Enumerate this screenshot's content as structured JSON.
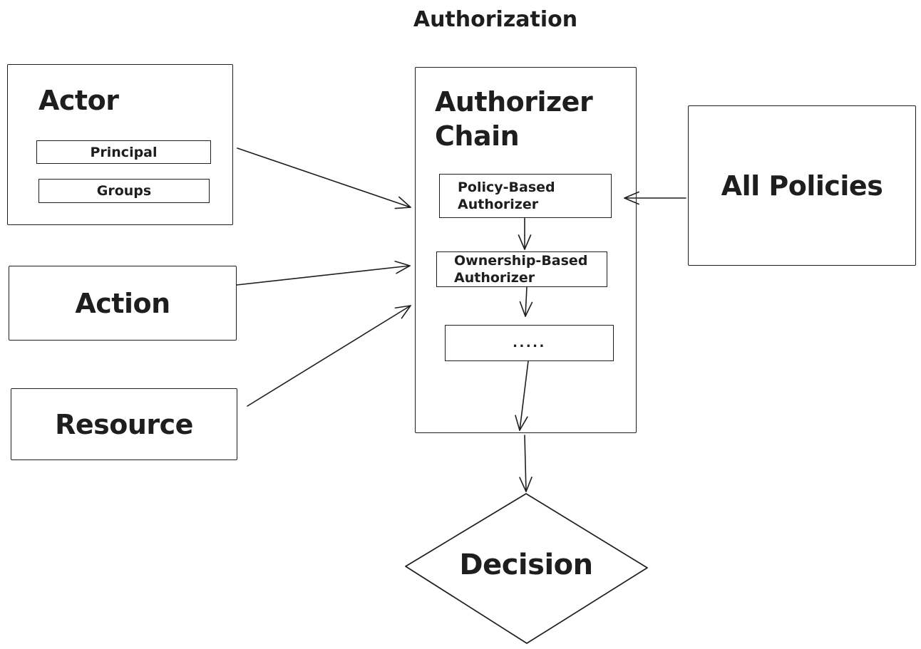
{
  "title": "Authorization",
  "colors": {
    "stroke": "#1e1e1e",
    "background": "#ffffff"
  },
  "nodes": {
    "actor": {
      "label": "Actor",
      "fields": [
        {
          "label": "Principal"
        },
        {
          "label": "Groups"
        }
      ]
    },
    "action": {
      "label": "Action"
    },
    "resource": {
      "label": "Resource"
    },
    "authorizer_chain": {
      "label": "Authorizer Chain",
      "steps": [
        {
          "label": "Policy-Based Authorizer"
        },
        {
          "label": "Ownership-Based Authorizer"
        },
        {
          "label": "....."
        }
      ]
    },
    "all_policies": {
      "label": "All Policies"
    },
    "decision": {
      "label": "Decision"
    }
  },
  "edges": [
    {
      "from": "actor",
      "to": "authorizer-chain"
    },
    {
      "from": "action",
      "to": "authorizer-chain"
    },
    {
      "from": "resource",
      "to": "authorizer-chain"
    },
    {
      "from": "all-policies",
      "to": "policy-based-authorizer"
    },
    {
      "from": "policy-based-authorizer",
      "to": "ownership-based-authorizer"
    },
    {
      "from": "ownership-based-authorizer",
      "to": "more-authorizers"
    },
    {
      "from": "more-authorizers",
      "to": "authorizer-chain-exit"
    },
    {
      "from": "authorizer-chain",
      "to": "decision"
    }
  ]
}
